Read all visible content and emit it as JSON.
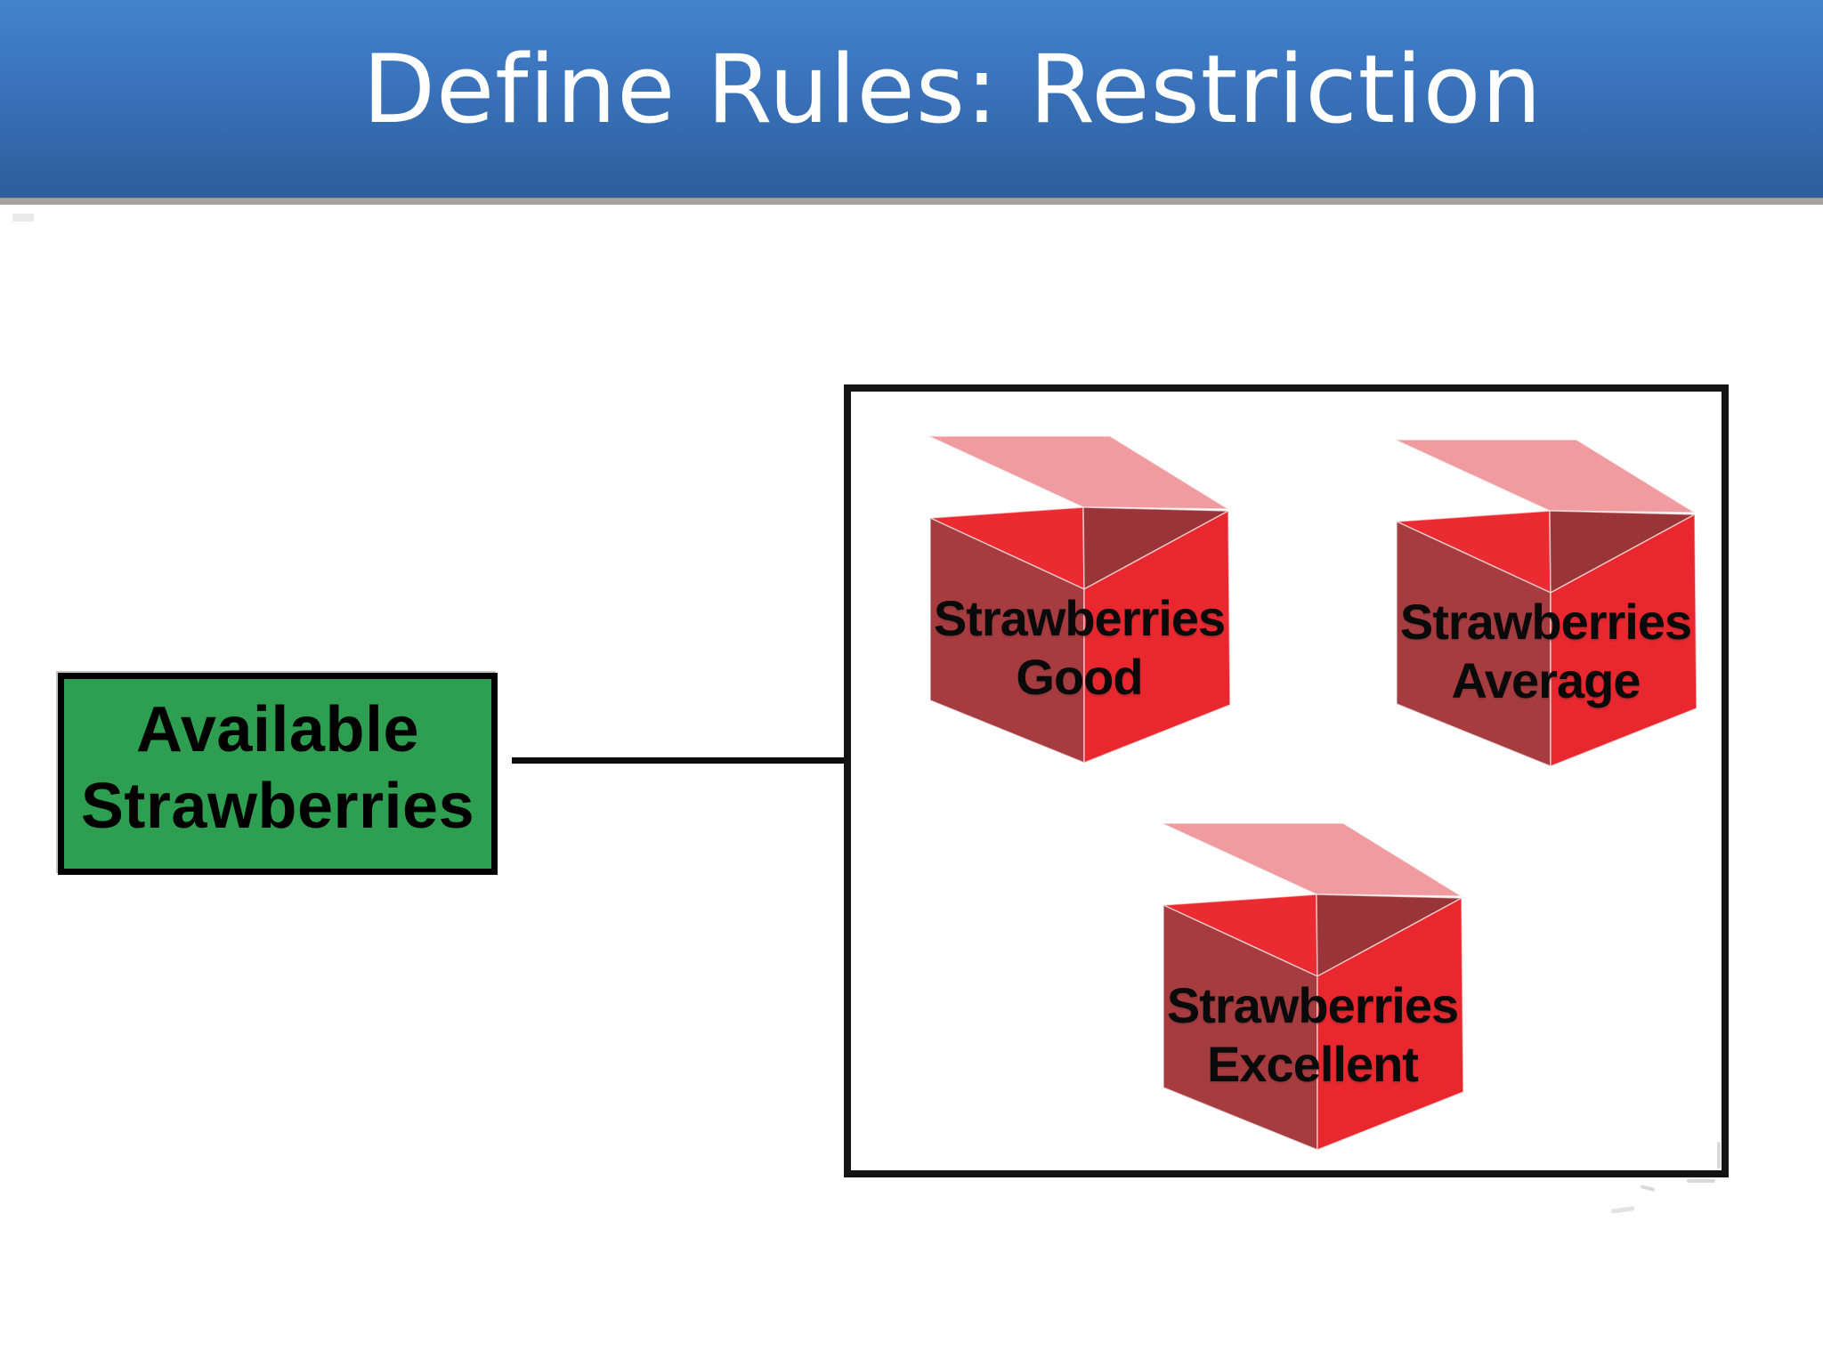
{
  "slide": {
    "title": "Define Rules: Restriction",
    "banner": {
      "gradient_top": "#4383cd",
      "gradient_bottom": "#2d5d9b",
      "divider_color": "#a7a49f",
      "title_color": "#ffffff"
    },
    "background_color": "#ffffff"
  },
  "diagram": {
    "source": {
      "label": "Available\nStrawberries",
      "fill": "#2e9e51",
      "border_color": "#000000",
      "text_color": "#000000"
    },
    "connector": {
      "color": "#0d0d0d"
    },
    "container": {
      "border_color": "#141414"
    },
    "crates": [
      {
        "label": "Strawberries\nGood"
      },
      {
        "label": "Strawberries\nAverage"
      },
      {
        "label": "Strawberries\nExcellent"
      }
    ],
    "crate_colors": {
      "lid_pink": "#f09ba0",
      "face_bright_red": "#e8272e",
      "face_dark_red": "#a63c40",
      "inner_dark_red": "#993539",
      "edge_highlight": "#ffffff",
      "label_color": "#0a0a0a"
    }
  }
}
